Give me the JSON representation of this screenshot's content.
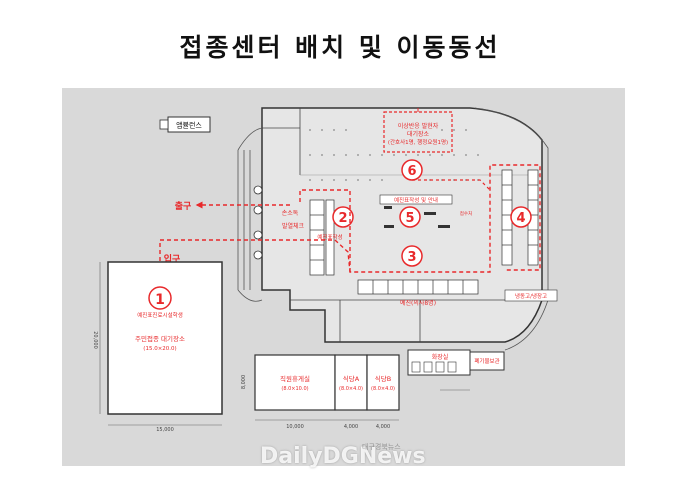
{
  "title": "접종센터 배치 및 이동동선",
  "labels": {
    "ambulance": "앰뷸런스",
    "exit": "출구",
    "entrance": "입구",
    "zone1_name": "예진표진료시설학생",
    "zone1_area": "주민접종 대기장소",
    "zone1_size": "(15.0×20.0)",
    "zone1_num": "1",
    "zone2_num": "2",
    "zone3_num": "3",
    "zone4_num": "4",
    "zone5_num": "5",
    "zone6_num": "6",
    "zone6_text1": "이상반응 발현자",
    "zone6_text2": "대기장소",
    "zone6_text3": "(간호사1명, 행정요원1명)",
    "zone2_text1": "손소독",
    "zone2_text2": "발열체크",
    "zone2_text3": "예진표작성",
    "zone5_text": "예진표작성 및 안내",
    "zone5_small": "접수처",
    "center_bottom": "예진(의사8명)",
    "right_room": "냉동고/냉장고",
    "staff_room": "직원휴게실",
    "staff_size": "(8.0×10.0)",
    "cafeteria_a": "식당A",
    "cafeteria_a_size": "(8.0×4.0)",
    "cafeteria_b": "식당B",
    "cafeteria_b_size": "(8.0×4.0)",
    "restroom": "화장실",
    "storage": "폐기물보관",
    "dim_15000": "15,000",
    "dim_20000": "20,000",
    "dim_10000": "10,000",
    "dim_4000a": "4,000",
    "dim_4000b": "4,000",
    "dim_8000": "8,000",
    "watermark": "DailyDGNews",
    "watermark_sub": "대구경북뉴스"
  },
  "colors": {
    "accent": "#e8292b",
    "wall": "#333333",
    "panel": "#d9d9d9",
    "zone_fill": "#f4f4f4"
  }
}
